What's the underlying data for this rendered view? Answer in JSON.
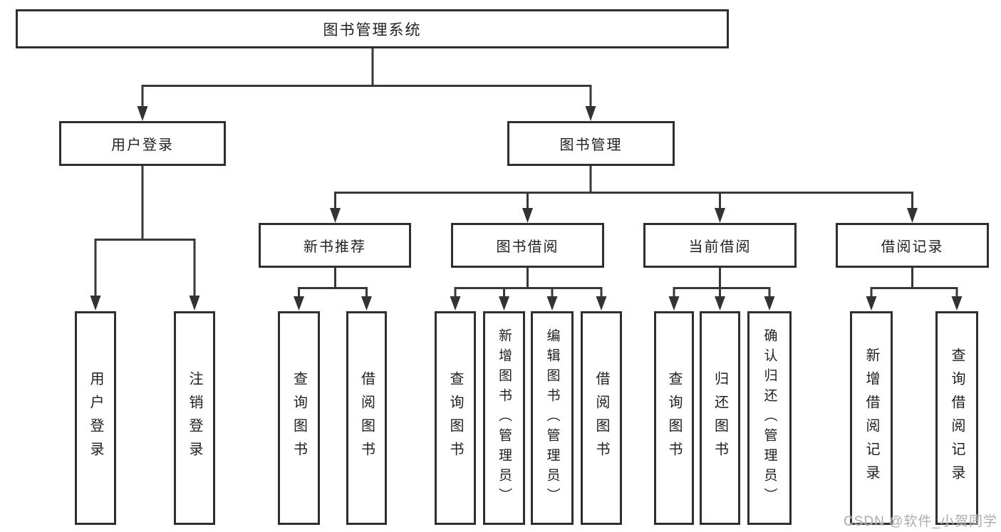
{
  "diagram": {
    "root_label": "图书管理系统",
    "level2": [
      {
        "label": "用户登录",
        "children": [
          "用户登录",
          "注销登录"
        ]
      },
      {
        "label": "图书管理"
      }
    ],
    "branches": [
      {
        "label": "新书推荐",
        "children": [
          "查询图书",
          "借阅图书"
        ]
      },
      {
        "label": "图书借阅",
        "children": [
          "查询图书",
          "新增图书（管理员）",
          "编辑图书（管理员）",
          "借阅图书"
        ]
      },
      {
        "label": "当前借阅",
        "children": [
          "查询图书",
          "归还图书",
          "确认归还（管理员）"
        ]
      },
      {
        "label": "借阅记录",
        "children": [
          "新增借阅记录",
          "查询借阅记录"
        ]
      }
    ],
    "watermark": "CSDN @软件_小贺同学",
    "colors": {
      "line": "#383838",
      "box_border": "#2f2f2f",
      "text": "#1f1f1f",
      "watermark": "#9e9e9e",
      "background": "#ffffff"
    }
  }
}
